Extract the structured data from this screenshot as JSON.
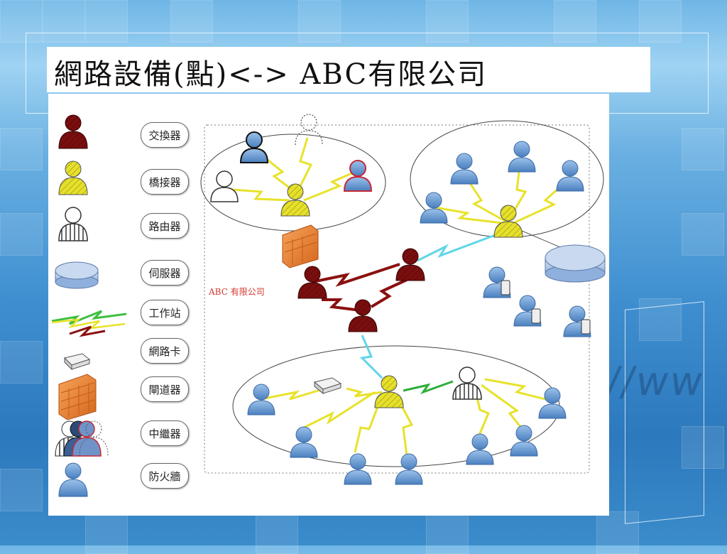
{
  "slide": {
    "title": "網路設備(點)<-> ABC有限公司",
    "decor_text": "p://ww"
  },
  "legend": {
    "items": [
      {
        "label": "交換器",
        "icon": "switch-person-icon",
        "color": "#7a0e0e"
      },
      {
        "label": "橋接器",
        "icon": "bridge-person-icon",
        "color": "#e6e02a"
      },
      {
        "label": "路由器",
        "icon": "router-person-icon",
        "color": "#ffffff"
      },
      {
        "label": "伺服器",
        "icon": "server-disc-icon",
        "color": "#a9c4e6"
      },
      {
        "label": "工作站",
        "icon": "lightning-link-icon",
        "color": "#3fbf3f"
      },
      {
        "label": "網路卡",
        "icon": "network-card-icon",
        "color": "#dddddd"
      },
      {
        "label": "閘道器",
        "icon": "firewall-brick-icon",
        "color": "#f08a30"
      },
      {
        "label": "中繼器",
        "icon": "repeater-group-icon",
        "color": "#5b8fc9"
      },
      {
        "label": "防火牆",
        "icon": "workstation-person-icon",
        "color": "#5b8fc9"
      }
    ]
  },
  "diagram": {
    "company_label": "ABC 有限公司",
    "colors": {
      "workstation": "#5b8fc9",
      "bridge": "#e6e02a",
      "switch": "#7a0e0e",
      "firewall": "#f08a30",
      "link_yellow": "#e8e22a",
      "link_red": "#8a1010",
      "link_cyan": "#5fd6e8",
      "link_green": "#2fae3a"
    }
  }
}
